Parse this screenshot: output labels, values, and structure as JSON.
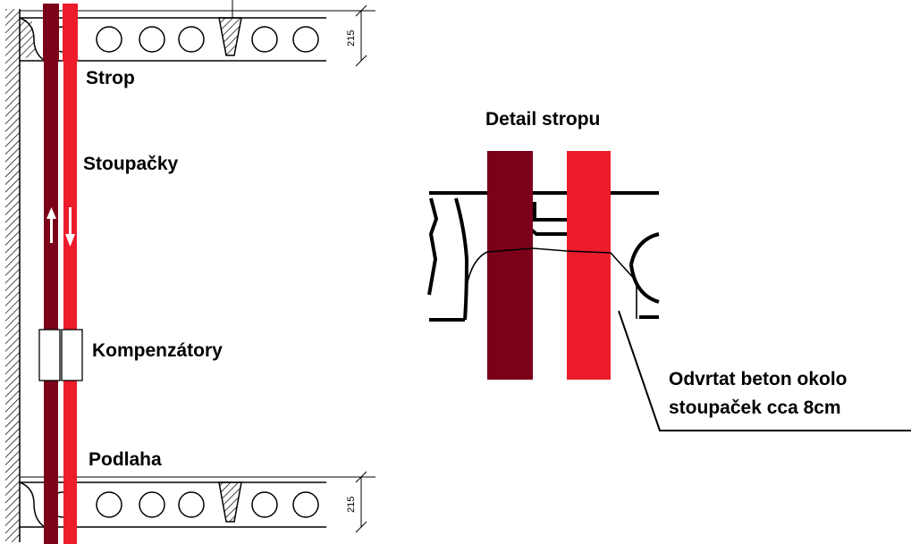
{
  "labels": {
    "ceiling": "Strop",
    "risers": "Stoupačky",
    "compensators": "Kompenzátory",
    "floor": "Podlaha",
    "detail_title": "Detail stropu",
    "note_line1": "Odvrtat beton okolo",
    "note_line2": "stoupaček cca 8cm"
  },
  "dimensions": {
    "slab_thickness": "215"
  },
  "colors": {
    "return_pipe": "#7b0019",
    "supply_pipe": "#ec1c2b",
    "line": "#000000"
  }
}
